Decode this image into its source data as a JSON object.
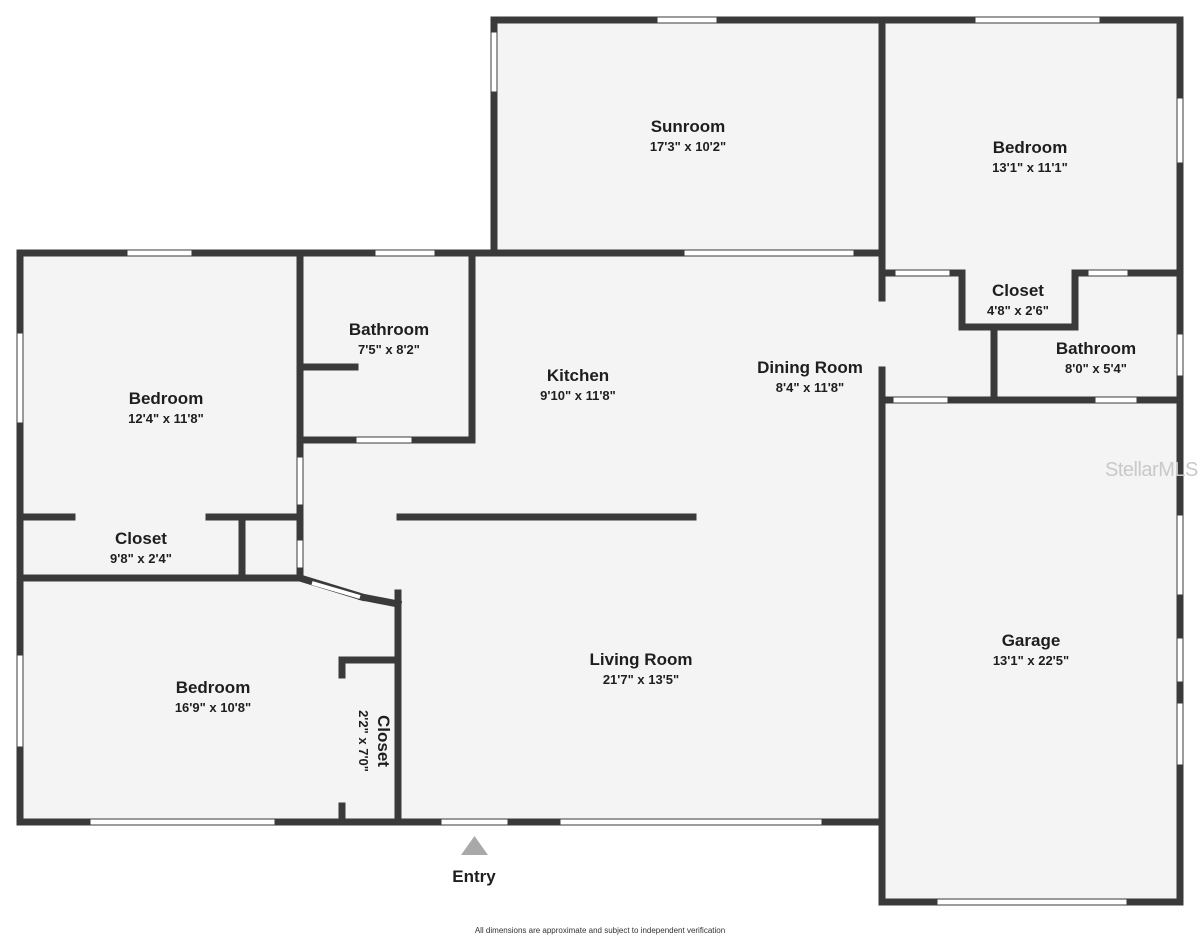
{
  "rooms": {
    "sunroom": {
      "name": "Sunroom",
      "dims": "17'3\" x 10'2\""
    },
    "bedroom_ne": {
      "name": "Bedroom",
      "dims": "13'1\" x 11'1\""
    },
    "closet_ne": {
      "name": "Closet",
      "dims": "4'8\" x 2'6\""
    },
    "bathroom_east": {
      "name": "Bathroom",
      "dims": "8'0\" x 5'4\""
    },
    "bathroom_west": {
      "name": "Bathroom",
      "dims": "7'5\" x 8'2\""
    },
    "bedroom_nw": {
      "name": "Bedroom",
      "dims": "12'4\" x 11'8\""
    },
    "kitchen": {
      "name": "Kitchen",
      "dims": "9'10\" x 11'8\""
    },
    "dining_room": {
      "name": "Dining Room",
      "dims": "8'4\" x 11'8\""
    },
    "closet_west": {
      "name": "Closet",
      "dims": "9'8\" x 2'4\""
    },
    "garage": {
      "name": "Garage",
      "dims": "13'1\" x 22'5\""
    },
    "living_room": {
      "name": "Living Room",
      "dims": "21'7\" x 13'5\""
    },
    "bedroom_sw": {
      "name": "Bedroom",
      "dims": "16'9\" x 10'8\""
    },
    "closet_sw": {
      "name": "Closet",
      "dims": "2'2\" x 7'0\""
    }
  },
  "entry_label": "Entry",
  "footnote": "All dimensions are approximate and subject to independent verification",
  "watermark": "StellarMLS",
  "colors": {
    "wall": "#3a3a3a",
    "floor": "#f4f4f4",
    "opening": "#ffffff",
    "arrow": "#a9a9a9"
  }
}
